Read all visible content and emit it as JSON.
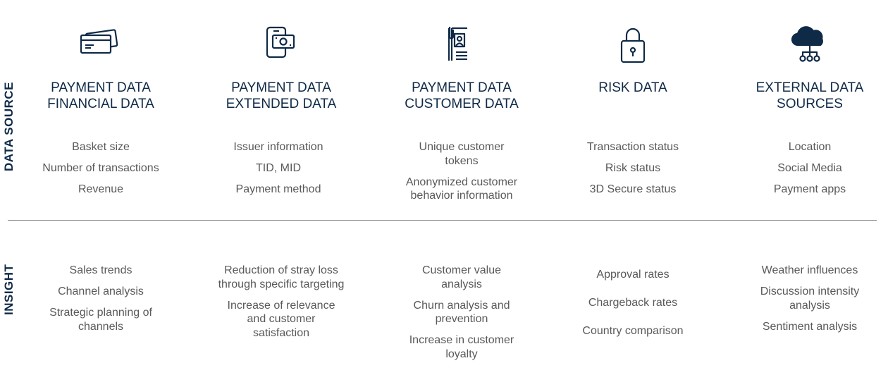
{
  "row_labels": {
    "data_source": "DATA SOURCE",
    "insight": "INSIGHT"
  },
  "colors": {
    "navy": "#0f2a47",
    "text_gray": "#595959",
    "divider": "#8c8c8c"
  },
  "columns": [
    {
      "icon": "credit-card-icon",
      "heading": [
        "PAYMENT DATA",
        "FINANCIAL DATA"
      ],
      "data_items": [
        "Basket size",
        "Number of transactions",
        "Revenue"
      ],
      "insights": [
        "Sales trends",
        "Channel analysis",
        "Strategic planning of channels"
      ]
    },
    {
      "icon": "mobile-payment-icon",
      "heading": [
        "PAYMENT DATA",
        "EXTENDED DATA"
      ],
      "data_items": [
        "Issuer information",
        "TID, MID",
        "Payment method"
      ],
      "insights": [
        "Reduction of stray loss through specific targeting",
        "Increase of relevance and customer satisfaction"
      ]
    },
    {
      "icon": "customer-profile-icon",
      "heading": [
        "PAYMENT DATA",
        "CUSTOMER DATA"
      ],
      "data_items": [
        "Unique customer tokens",
        "Anonymized customer behavior information"
      ],
      "insights": [
        "Customer value analysis",
        "Churn analysis and prevention",
        "Increase in customer loyalty"
      ]
    },
    {
      "icon": "lock-icon",
      "heading": [
        "RISK DATA",
        ""
      ],
      "data_items": [
        "Transaction status",
        "Risk status",
        "3D Secure status"
      ],
      "insights": [
        "Approval rates",
        "Chargeback rates",
        "Country comparison"
      ]
    },
    {
      "icon": "cloud-network-icon",
      "heading": [
        "EXTERNAL DATA",
        "SOURCES"
      ],
      "data_items": [
        "Location",
        "Social Media",
        "Payment apps"
      ],
      "insights": [
        "Weather influences",
        "Discussion intensity analysis",
        "Sentiment analysis"
      ]
    }
  ]
}
